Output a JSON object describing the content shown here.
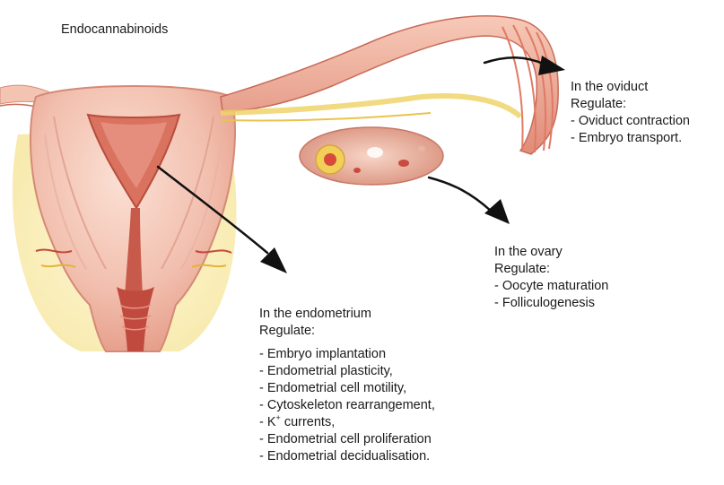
{
  "title": "Endocannabinoids",
  "oviduct": {
    "heading": "In the oviduct",
    "regulate": "Regulate:",
    "items": [
      "- Oviduct contraction",
      "- Embryo transport."
    ]
  },
  "ovary": {
    "heading": "In the ovary",
    "regulate": "Regulate:",
    "items": [
      "- Oocyte maturation",
      "- Folliculogenesis"
    ]
  },
  "endometrium": {
    "heading": "In the endometrium",
    "regulate": "Regulate:",
    "items": [
      "- Embryo implantation",
      "- Endometrial plasticity,",
      "- Endometrial cell motility,",
      "- Cytoskeleton rearrangement,"
    ],
    "k_prefix": "- K",
    "k_sup": "+",
    "k_suffix": " currents,",
    "items_after": [
      "- Endometrial cell proliferation",
      "- Endometrial decidualisation."
    ]
  },
  "colors": {
    "tissue_light": "#f6cfc0",
    "tissue_mid": "#e8998a",
    "tissue_dark": "#c2544a",
    "fat_yellow": "#f1df7a",
    "arrow": "#111111"
  },
  "icons": [
    "uterus-illustration",
    "oviduct-illustration",
    "ovary-illustration",
    "arrow-icon"
  ]
}
